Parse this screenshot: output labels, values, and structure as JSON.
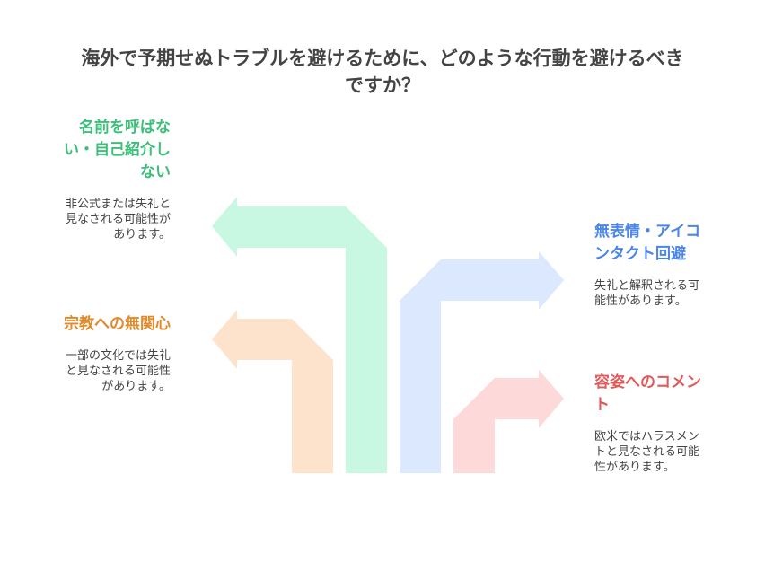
{
  "title": {
    "line1": "海外で予期せぬトラブルを避けるために、どのような行動を避けるべき",
    "line2": "ですか？"
  },
  "items": {
    "name": {
      "head": [
        "名前を呼ばな",
        "い・自己紹介し",
        "ない"
      ],
      "desc": [
        "非公式または失礼と",
        "見なされる可能性が",
        "あります。"
      ],
      "color": "#3dbf7a"
    },
    "religion": {
      "head": [
        "宗教への無関心"
      ],
      "desc": [
        "一部の文化では失礼",
        "と見なされる可能性",
        "があります。"
      ],
      "color": "#e08a2c"
    },
    "eye": {
      "head": [
        "無表情・アイコ",
        "ンタクト回避"
      ],
      "desc": [
        "失礼と解釈される可",
        "能性があります。"
      ],
      "color": "#4a86e8"
    },
    "appearance": {
      "head": [
        "容姿へのコメン",
        "ト"
      ],
      "desc": [
        "欧米ではハラスメン",
        "トと見なされる可能",
        "性があります。"
      ],
      "color": "#e05a5a"
    }
  },
  "colors": {
    "green_fill": "#c8f7e2",
    "orange_fill": "#fde3cb",
    "blue_fill": "#dce8fd",
    "red_fill": "#fdd9d9"
  }
}
